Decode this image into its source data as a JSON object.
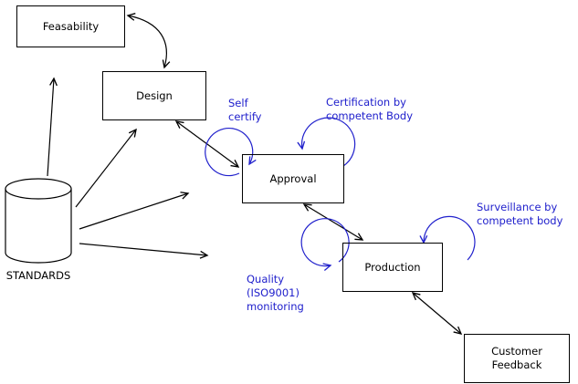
{
  "colors": {
    "line": "#000000",
    "annotation": "#2020cc",
    "background": "#ffffff"
  },
  "nodes": {
    "feasability": {
      "label": "Feasability"
    },
    "design": {
      "label": "Design"
    },
    "approval": {
      "label": "Approval"
    },
    "production": {
      "label": "Production"
    },
    "customer_feedback": {
      "label": "Customer Feedback"
    },
    "standards": {
      "label": "STANDARDS"
    }
  },
  "annotations": {
    "self_certify": {
      "label": "Self certify"
    },
    "certification": {
      "label": "Certification by competent Body"
    },
    "surveillance": {
      "label": "Surveillance by competent body"
    },
    "quality_monitoring": {
      "label": "Quality (ISO9001) monitoring"
    }
  }
}
